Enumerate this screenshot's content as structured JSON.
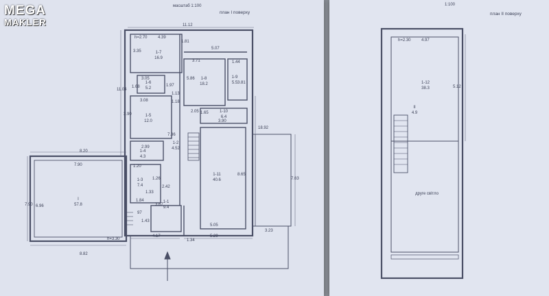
{
  "watermark": {
    "line1": "MEGA",
    "line2": "MAKLER"
  },
  "plan1": {
    "scale": "масштаб 1:100",
    "title": "план I поверху",
    "dims": {
      "d_11_12": "11.12",
      "d_h270": "h=2.70",
      "d_439": "4.39",
      "d_181": "1.81",
      "d_335": "3.35",
      "d_507": "5.07",
      "d_371": "3.71",
      "d_144": "1.44",
      "d_1104": "11.04",
      "d_305": "3.05",
      "d_168": "1.68",
      "d_197": "1.97",
      "d_586": "5.86",
      "d_381": "3.81",
      "d_113": "1.13",
      "d_308": "3.08",
      "d_118": "1.18",
      "d_390a": "3.90",
      "d_205": "2.05",
      "d_165": "1.65",
      "d_390b": "3.90",
      "d_1892": "18.92",
      "d_299": "2.99",
      "d_736": "7.36",
      "d_820": "8.20",
      "d_790a": "7.90",
      "d_120": "1.20",
      "d_126": "1.26",
      "d_242": "2.42",
      "d_865": "8.65",
      "d_763": "7.63",
      "d_790b": "7.90",
      "d_696": "6.96",
      "d_133": "1.33",
      "d_184": "1.84",
      "d_367": "3.67",
      "d_97": "97",
      "d_143": "1.43",
      "d_505": "5.05",
      "d_323": "3.23",
      "d_h330": "h=3.30",
      "d_417": "4.17",
      "d_529": "5.29",
      "d_134": "1.34",
      "d_882": "8.82"
    },
    "rooms": [
      {
        "id": "1-7",
        "area": "16.9"
      },
      {
        "id": "1-6",
        "area": "5.2"
      },
      {
        "id": "1-5",
        "area": "12.0"
      },
      {
        "id": "1-4",
        "area": "4.3"
      },
      {
        "id": "1-3",
        "area": "7.4"
      },
      {
        "id": "1-1",
        "area": "9.4"
      },
      {
        "id": "1-8",
        "area": "18.2"
      },
      {
        "id": "1-9",
        "area": "5.5"
      },
      {
        "id": "1-10",
        "area": "6.4"
      },
      {
        "id": "1-11",
        "area": "40.6"
      },
      {
        "id": "I",
        "area": "57.8"
      },
      {
        "id": "1-2",
        "area": "4.52"
      }
    ]
  },
  "plan2": {
    "scale": "1:100",
    "title": "план II поверху",
    "dims": {
      "h230": "h=2.30",
      "d_497": "4.97",
      "d_512": "5.12"
    },
    "rooms": [
      {
        "id": "1-12",
        "area": "38.3"
      },
      {
        "id": "II",
        "area": "4.9"
      }
    ],
    "note": "друге світло"
  }
}
